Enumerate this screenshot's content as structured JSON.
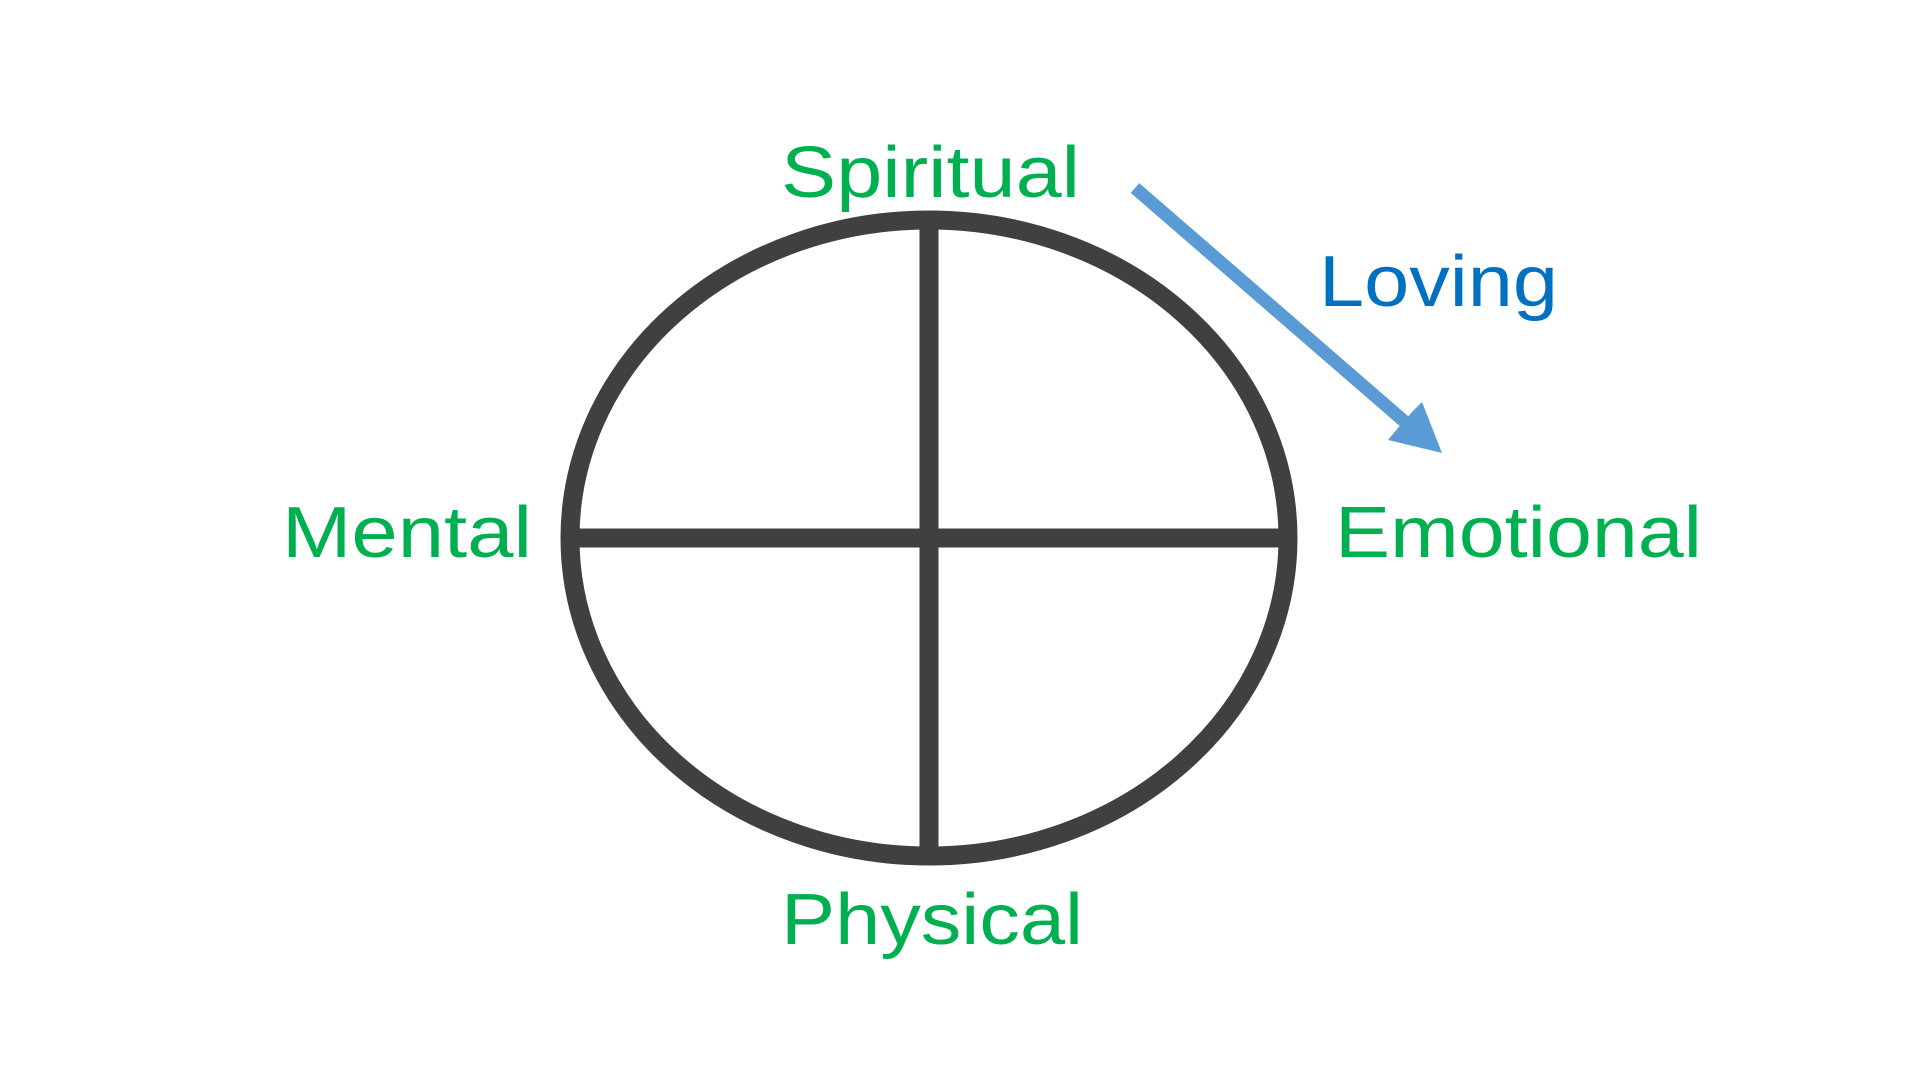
{
  "labels": {
    "top": "Spiritual",
    "left": "Mental",
    "right": "Emotional",
    "bottom": "Physical",
    "arrow": "Loving"
  },
  "colors": {
    "label": "#00B050",
    "arrow_label": "#0070C0",
    "arrow": "#5B9BD5",
    "wheel": "#404040"
  }
}
